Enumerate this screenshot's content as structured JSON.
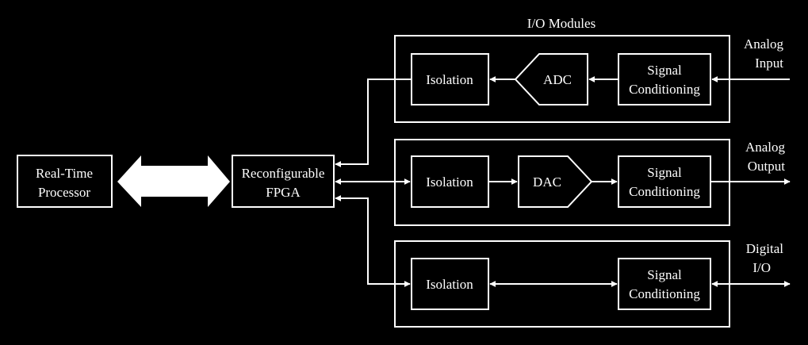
{
  "modules_title": "I/O Modules",
  "processor": {
    "line1": "Real-Time",
    "line2": "Processor"
  },
  "fpga": {
    "line1": "Reconfigurable",
    "line2": "FPGA"
  },
  "isolation_label": "Isolation",
  "adc_label": "ADC",
  "dac_label": "DAC",
  "signal_conditioning": {
    "line1": "Signal",
    "line2": "Conditioning"
  },
  "analog_input": {
    "line1": "Analog",
    "line2": "Input"
  },
  "analog_output": {
    "line1": "Analog",
    "line2": "Output"
  },
  "digital_io": {
    "line1": "Digital",
    "line2": "I/O"
  },
  "colors": {
    "background": "#000000",
    "foreground": "#ffffff"
  }
}
